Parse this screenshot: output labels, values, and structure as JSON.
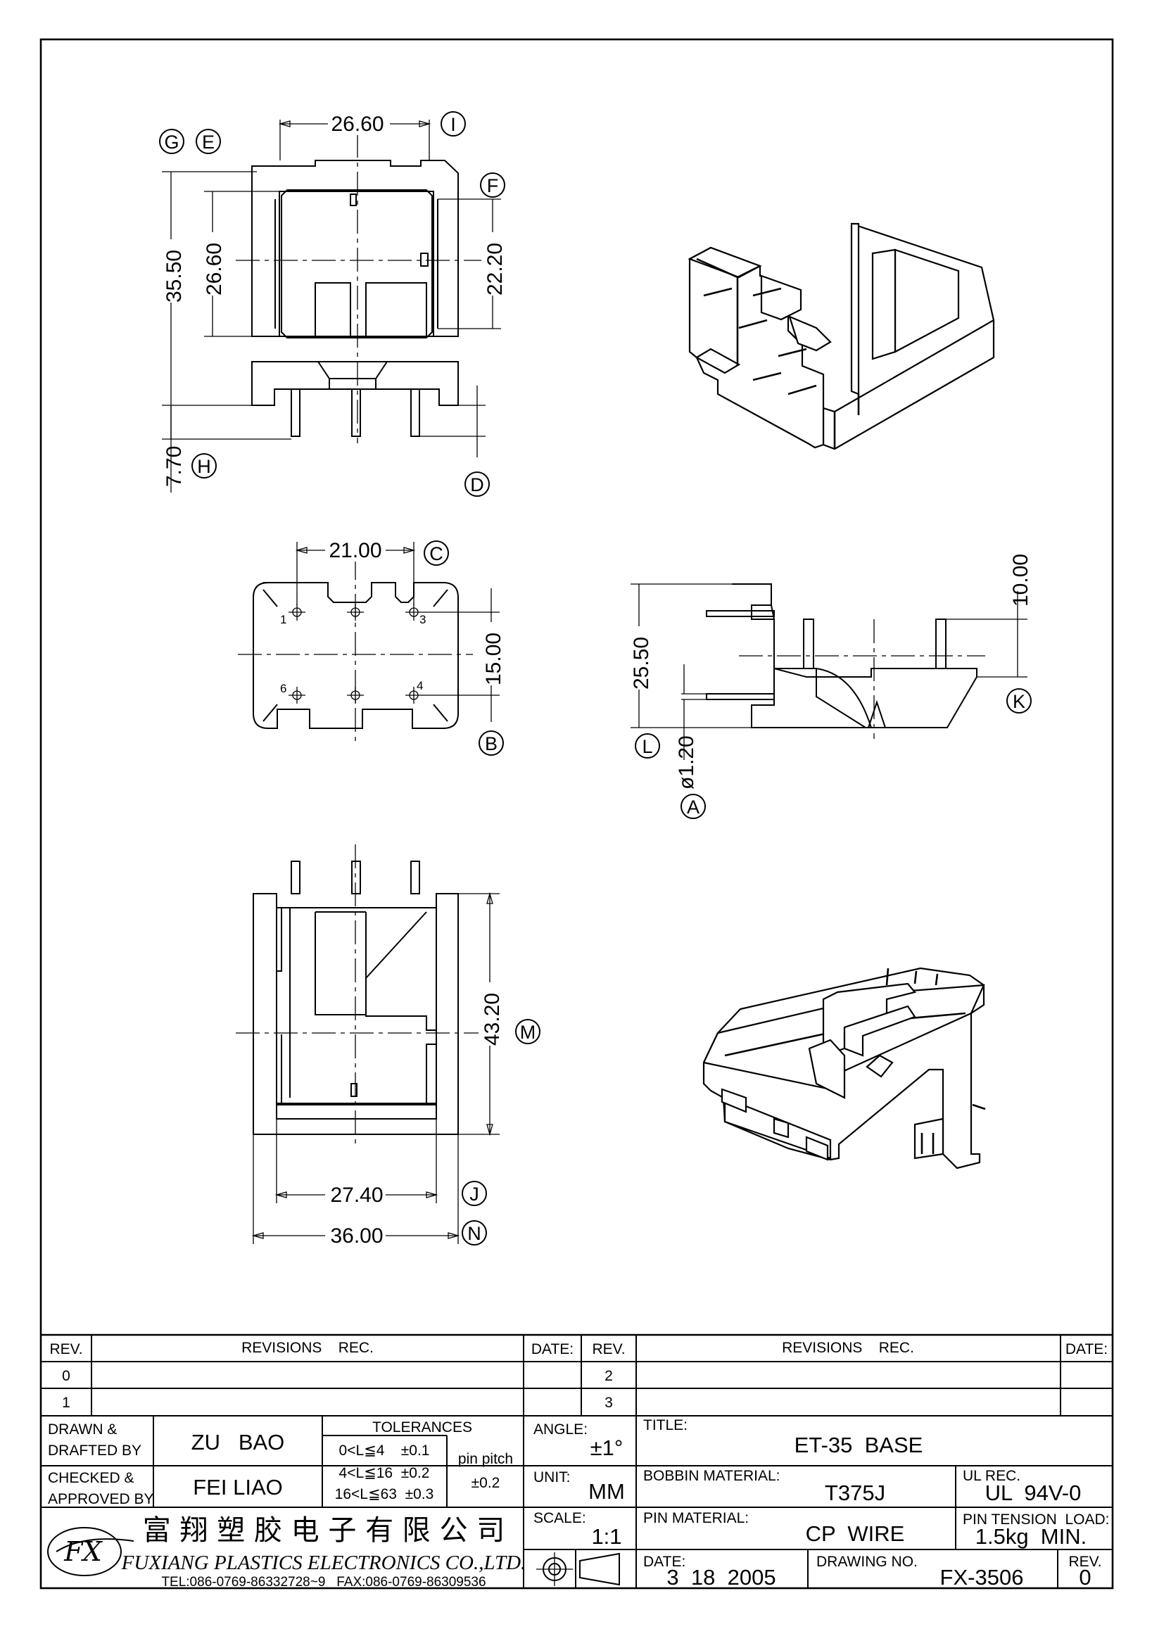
{
  "drawing": {
    "dimensions": {
      "top_width": "26.60",
      "overall_height": "35.50",
      "inner_height": "26.60",
      "window_height": "22.20",
      "pin_length": "7.70",
      "pin_span_x": "21.00",
      "pin_span_y": "15.00",
      "side_height": "25.50",
      "side_step": "10.00",
      "pin_dia": "ø1.20",
      "bottom_length": "43.20",
      "bottom_inner_width": "27.40",
      "bottom_width": "36.00"
    },
    "callouts": [
      "A",
      "B",
      "C",
      "D",
      "E",
      "F",
      "G",
      "H",
      "I",
      "J",
      "K",
      "L",
      "M",
      "N"
    ],
    "pin_numbers": [
      "1",
      "3",
      "6",
      "4"
    ]
  },
  "title_block": {
    "rev_header": "REV.",
    "revisions_header": "REVISIONS    REC.",
    "date_header": "DATE:",
    "revs_left": [
      "0",
      "1"
    ],
    "revs_right": [
      "2",
      "3"
    ],
    "drawn_label": "DRAWN &\nDRAFTED BY",
    "drawn_value": "ZU   BAO",
    "checked_label": "CHECKED &\nAPPROVED BY",
    "checked_value": "FEI LIAO",
    "tolerances_label": "TOLERANCES",
    "tol_lines": [
      "0<L≦4    ±0.1",
      "4<L≦16  ±0.2",
      "16<L≦63  ±0.3"
    ],
    "pin_pitch_label": "pin pitch",
    "pin_pitch_value": "±0.2",
    "angle_label": "ANGLE:",
    "angle_value": "±1°",
    "unit_label": "UNIT:",
    "unit_value": "MM",
    "scale_label": "SCALE:",
    "scale_value": "1:1",
    "title_label": "TITLE:",
    "title_value": "ET-35  BASE",
    "bobbin_label": "BOBBIN MATERIAL:",
    "bobbin_value": "T375J",
    "ul_label": "UL REC.",
    "ul_value": "UL  94V-0",
    "pin_mat_label": "PIN MATERIAL:",
    "pin_mat_value": "CP  WIRE",
    "tension_label": "PIN TENSION  LOAD:",
    "tension_value": "1.5kg  MIN.",
    "date_label": "DATE:",
    "date_value": "3  18  2005",
    "drawing_no_label": "DRAWING NO.",
    "drawing_no_value": "FX-3506",
    "rev_label": "REV.",
    "rev_value": "0",
    "company_cn": "富 翔 塑 胶 电 子 有 限 公 司",
    "company_en": "FUXIANG PLASTICS ELECTRONICS CO.,LTD.",
    "company_contact": "TEL:086-0769-86332728~9   FAX:086-0769-86309536",
    "logo_text": "FX"
  }
}
